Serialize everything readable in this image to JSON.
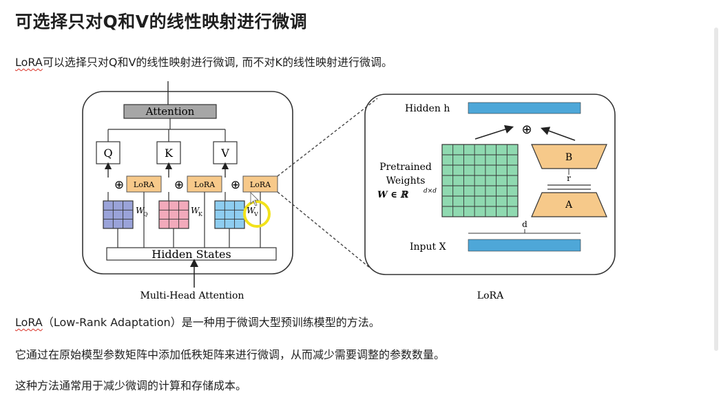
{
  "title": "可选择只对Q和V的线性映射进行微调",
  "para1": {
    "lora": "LoRA",
    "text": "可以选择只对Q和V的线性映射进行微调, 而不对K的线性映射进行微调。"
  },
  "para2": {
    "lora": "LoRA",
    "text": "（Low-Rank Adaptation）是一种用于微调大型预训练模型的方法。"
  },
  "para3": "它通过在原始模型参数矩阵中添加低秩矩阵来进行微调，从而减少需要调整的参数数量。",
  "para4": "这种方法通常用于减少微调的计算和存储成本。",
  "left_figure": {
    "attention": "Attention",
    "q": "Q",
    "k": "K",
    "v": "V",
    "lora": "LoRA",
    "plus": "⊕",
    "wq": "W",
    "wq_sub": "Q",
    "wk": "W",
    "wk_sub": "K",
    "wv": "W",
    "wv_sub": "V",
    "hidden_states": "Hidden States",
    "caption": "Multi-Head Attention"
  },
  "right_figure": {
    "hidden_h": "Hidden h",
    "pretrained1": "Pretrained",
    "pretrained2": "Weights",
    "w_formula": "W ∈ ℝ",
    "w_sup": "d×d",
    "b": "B",
    "a": "A",
    "r": "r",
    "d": "d",
    "input_x": "Input X",
    "plus": "⊕",
    "caption": "LoRA"
  },
  "colors": {
    "wq": "#9aa3d9",
    "wk": "#f2aabb",
    "wv": "#8ecdf0",
    "lora_box": "#f7c98a",
    "green": "#8fd9b0",
    "blue_bar": "#4ea7d8",
    "trap": "#f6c98a",
    "attention": "#a6a6a6",
    "highlight": "#f2e21a"
  }
}
